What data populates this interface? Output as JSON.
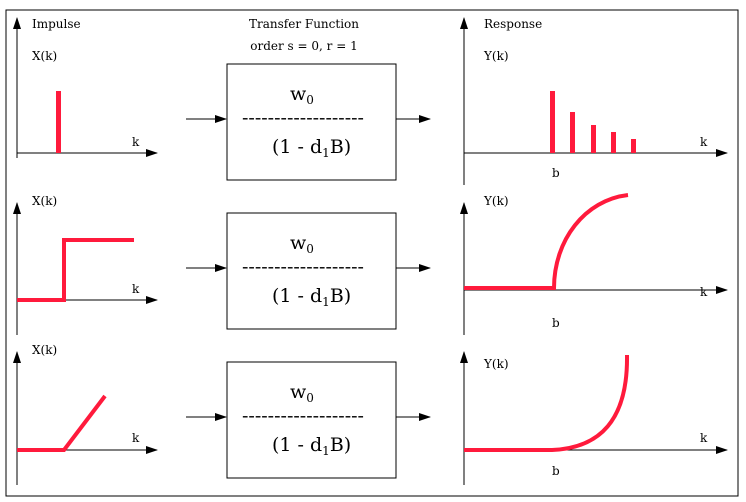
{
  "headers": {
    "impulse": "Impulse",
    "transfer_line1": "Transfer Function",
    "transfer_line2": "order s = 0, r = 1",
    "response": "Response"
  },
  "input_label": "X(k)",
  "output_label": "Y(k)",
  "axis_label": "k",
  "delay_label": "b",
  "transfer_function": {
    "numerator_base": "w",
    "numerator_sub": "0",
    "dashes": "-------------------",
    "denominator_prefix": "(1 - d",
    "denominator_sub": "1",
    "denominator_suffix": "B)"
  },
  "rows": [
    {
      "input": "impulse",
      "response": "decaying-spikes"
    },
    {
      "input": "step",
      "response": "saturating-curve"
    },
    {
      "input": "ramp",
      "response": "growing-curve"
    }
  ],
  "colors": {
    "signal": "#ff1a3c",
    "line": "#000000",
    "background": "#ffffff"
  }
}
